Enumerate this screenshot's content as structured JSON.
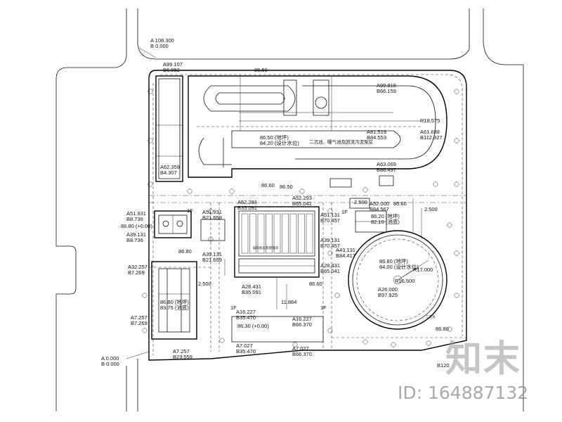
{
  "site_labels": {
    "corner_top": [
      "A 108.300",
      "B 0.000"
    ],
    "corner_tl": [
      "A99.107",
      "B6.962"
    ],
    "corner_bl": [
      "A 0.000",
      "B 0.000"
    ],
    "pond_a": [
      "A99.816",
      "B66.159"
    ],
    "pond_b": [
      "A81.519",
      "B84.553"
    ],
    "pond_c": [
      "A61.688",
      "B112.927"
    ],
    "pond_d": [
      "A63.069",
      "B86.497"
    ],
    "pond_e": [
      "A62.359",
      "B4.307"
    ],
    "pond_radius": "R18.575",
    "pond_top_elev": "86.50",
    "pond_mid_elev": [
      "86.50 (地坪)",
      "84.20 (设计水位)"
    ],
    "pond_note": "二沉池、曝气池及回流污泥泵房",
    "pond_bot_elev": "86.60",
    "center_top": [
      "A52.293",
      "B35.091"
    ],
    "center_top_r": [
      "A52.293",
      "B65.041"
    ],
    "center_left_a": [
      "A51.931",
      "B8.736"
    ],
    "center_left_b": [
      "A39.131",
      "B8.736"
    ],
    "center_left_c": [
      "A51.931",
      "B21.659"
    ],
    "center_left_d": [
      "A39.131",
      "B21.659"
    ],
    "center_mid": [
      "A28.431",
      "B35.091"
    ],
    "center_mid_r": [
      "A28.431",
      "B65.041"
    ],
    "center_right_a": [
      "A51.131",
      "B70.457"
    ],
    "center_right_b": [
      "A39.131",
      "B70.457"
    ],
    "center_bottom_a": [
      "A16.227",
      "B35.470"
    ],
    "center_bottom_b": [
      "A16.227",
      "B66.370"
    ],
    "center_bottom_elev": "86.30 (+0.00)",
    "center_bottom_c": [
      "A7.027",
      "B35.470"
    ],
    "center_bottom_d": [
      "A7.027",
      "B66.370"
    ],
    "left_lower_a": [
      "A32.257",
      "B7.269"
    ],
    "left_lower_b": [
      "A7.257",
      "B7.269"
    ],
    "left_lower_c": [
      "A7.257",
      "B23.559"
    ],
    "left_lower_elev": "86.80",
    "left_lower_inner": [
      "86.80 (地坪)",
      "83.75 (池底)"
    ],
    "left_upper_elev": "86.80 (+0.00)",
    "right_a": [
      "A52.000",
      "B84.567"
    ],
    "right_b": [
      "A43.131",
      "B84.417"
    ],
    "right_c": [
      "A26.000",
      "B97.925"
    ],
    "right_radius": "R17.000",
    "right_inner_r": "R16.500",
    "right_elev": [
      "86.80 (地坪)",
      "84.00 (设计水位)"
    ],
    "right_top_elev": "86.60",
    "right_box_elev": [
      "86.20 (地坪)",
      "82.10 (池底)"
    ],
    "right_bottom_elev": "86.80",
    "right_bottom_coord": [
      "B120"
    ],
    "dim_2500_a": "2.500",
    "dim_2500_b": "2.500",
    "dim_2500_c": "2.500",
    "dim_11884": "11.884",
    "mid_elev_8660": "86.60",
    "mid_elev_8650": "86.50",
    "label_1f_a": "1F",
    "label_1f_b": "1F",
    "label_1f_c": "1F",
    "label_1f_d": "1F",
    "room_note": "鼓风机房及配电间",
    "right_note": "二沉池"
  },
  "watermark": {
    "logo": "知末",
    "id": "ID: 164887132"
  }
}
